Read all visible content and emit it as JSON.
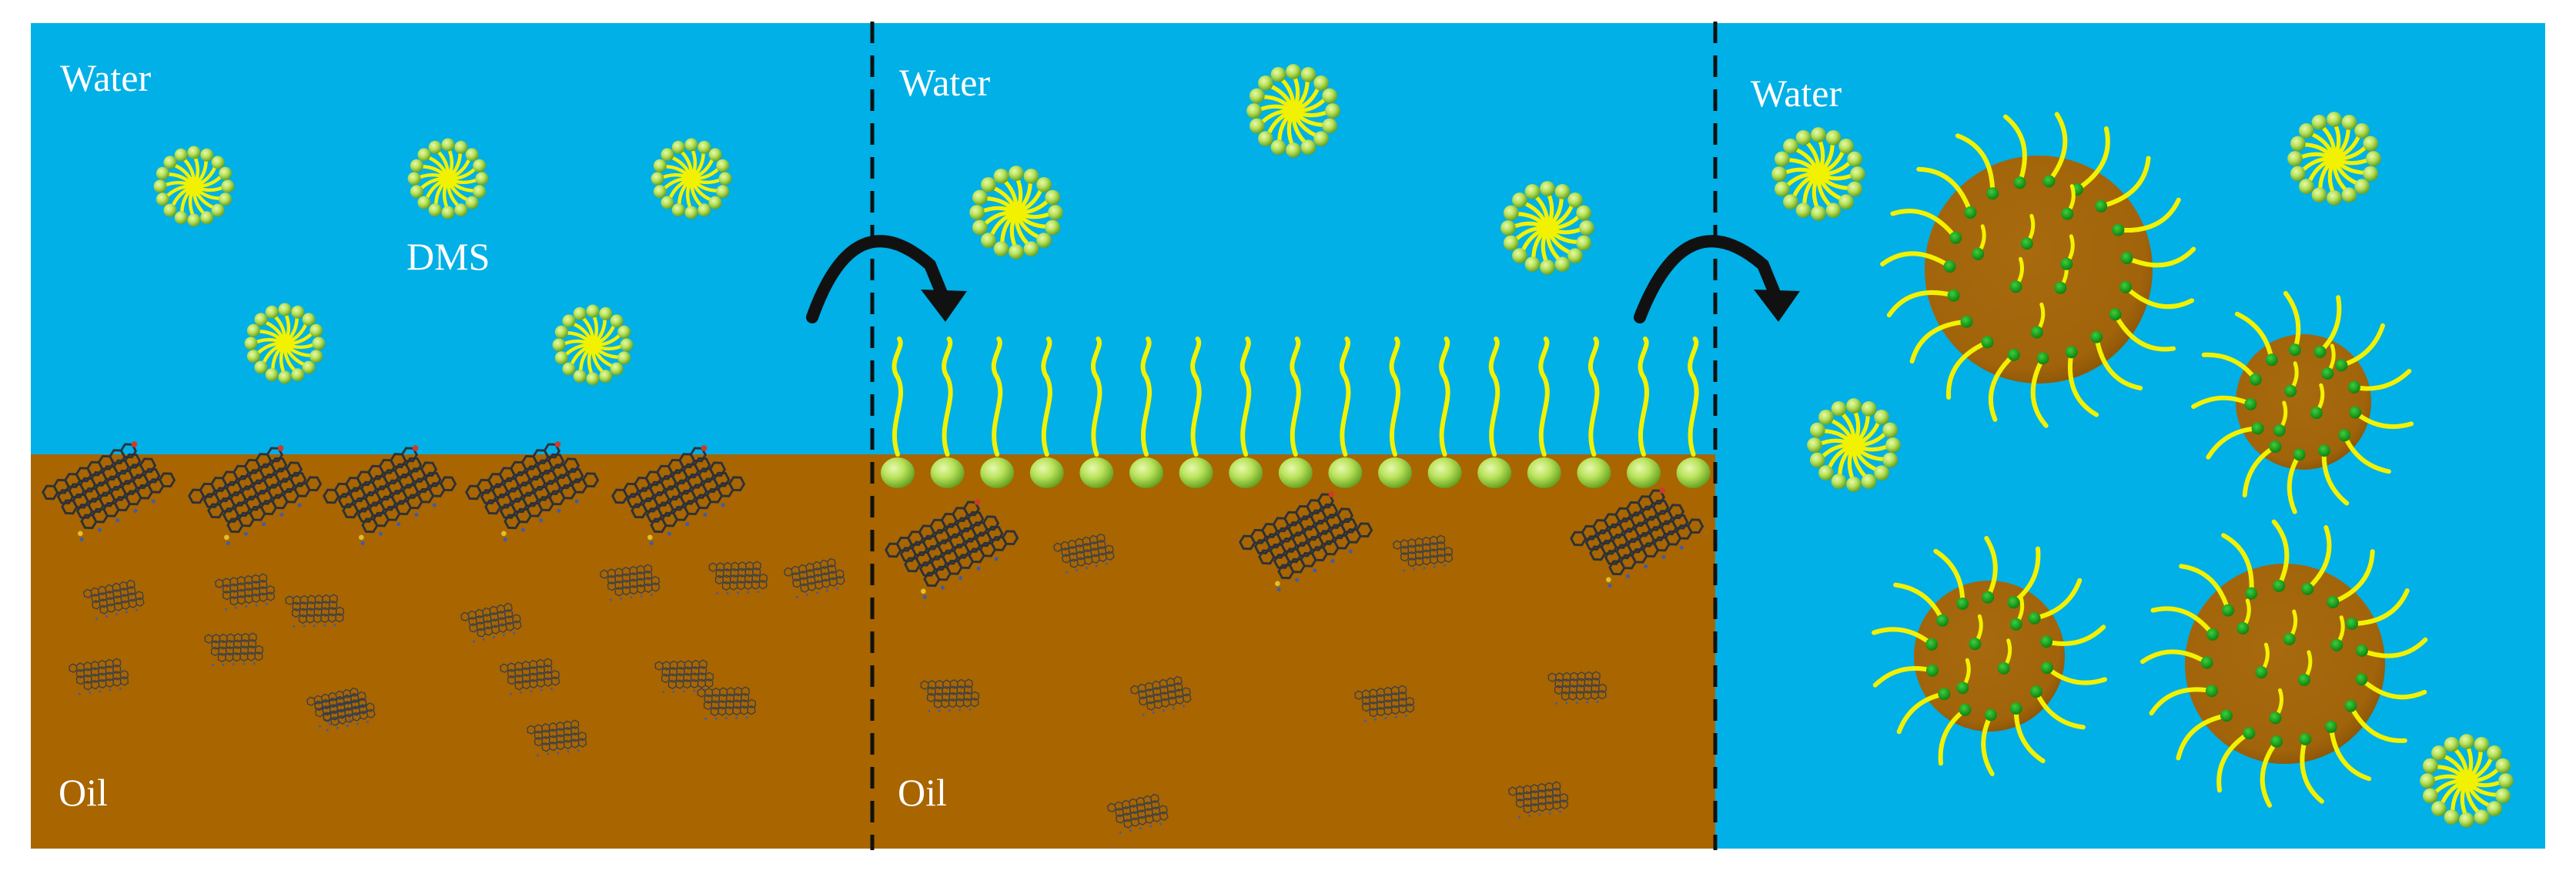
{
  "panels": [
    {
      "water_label": "Water",
      "oil_label": "Oil",
      "micelle_label": "DMS"
    },
    {
      "water_label": "Water",
      "oil_label": "Oil"
    },
    {
      "water_label": "Water"
    }
  ],
  "colors": {
    "water": "#00b0e6",
    "oil": "#a86500",
    "droplet": "#a86a0e",
    "tail": "#f2f200",
    "head_light": "#b9e35b",
    "head_dark": "#5f9a1c",
    "anchor": "#109410",
    "divider": "#111111",
    "arrow": "#111111",
    "sheet_dark": "#2d3138",
    "sheet_blue": "#3b5bb5"
  },
  "icons": {
    "micelle": "surfactant-micelle-icon",
    "sheet": "asphaltene-sheet-icon",
    "arrow": "curved-arrow-icon",
    "droplet": "oil-droplet-icon"
  }
}
